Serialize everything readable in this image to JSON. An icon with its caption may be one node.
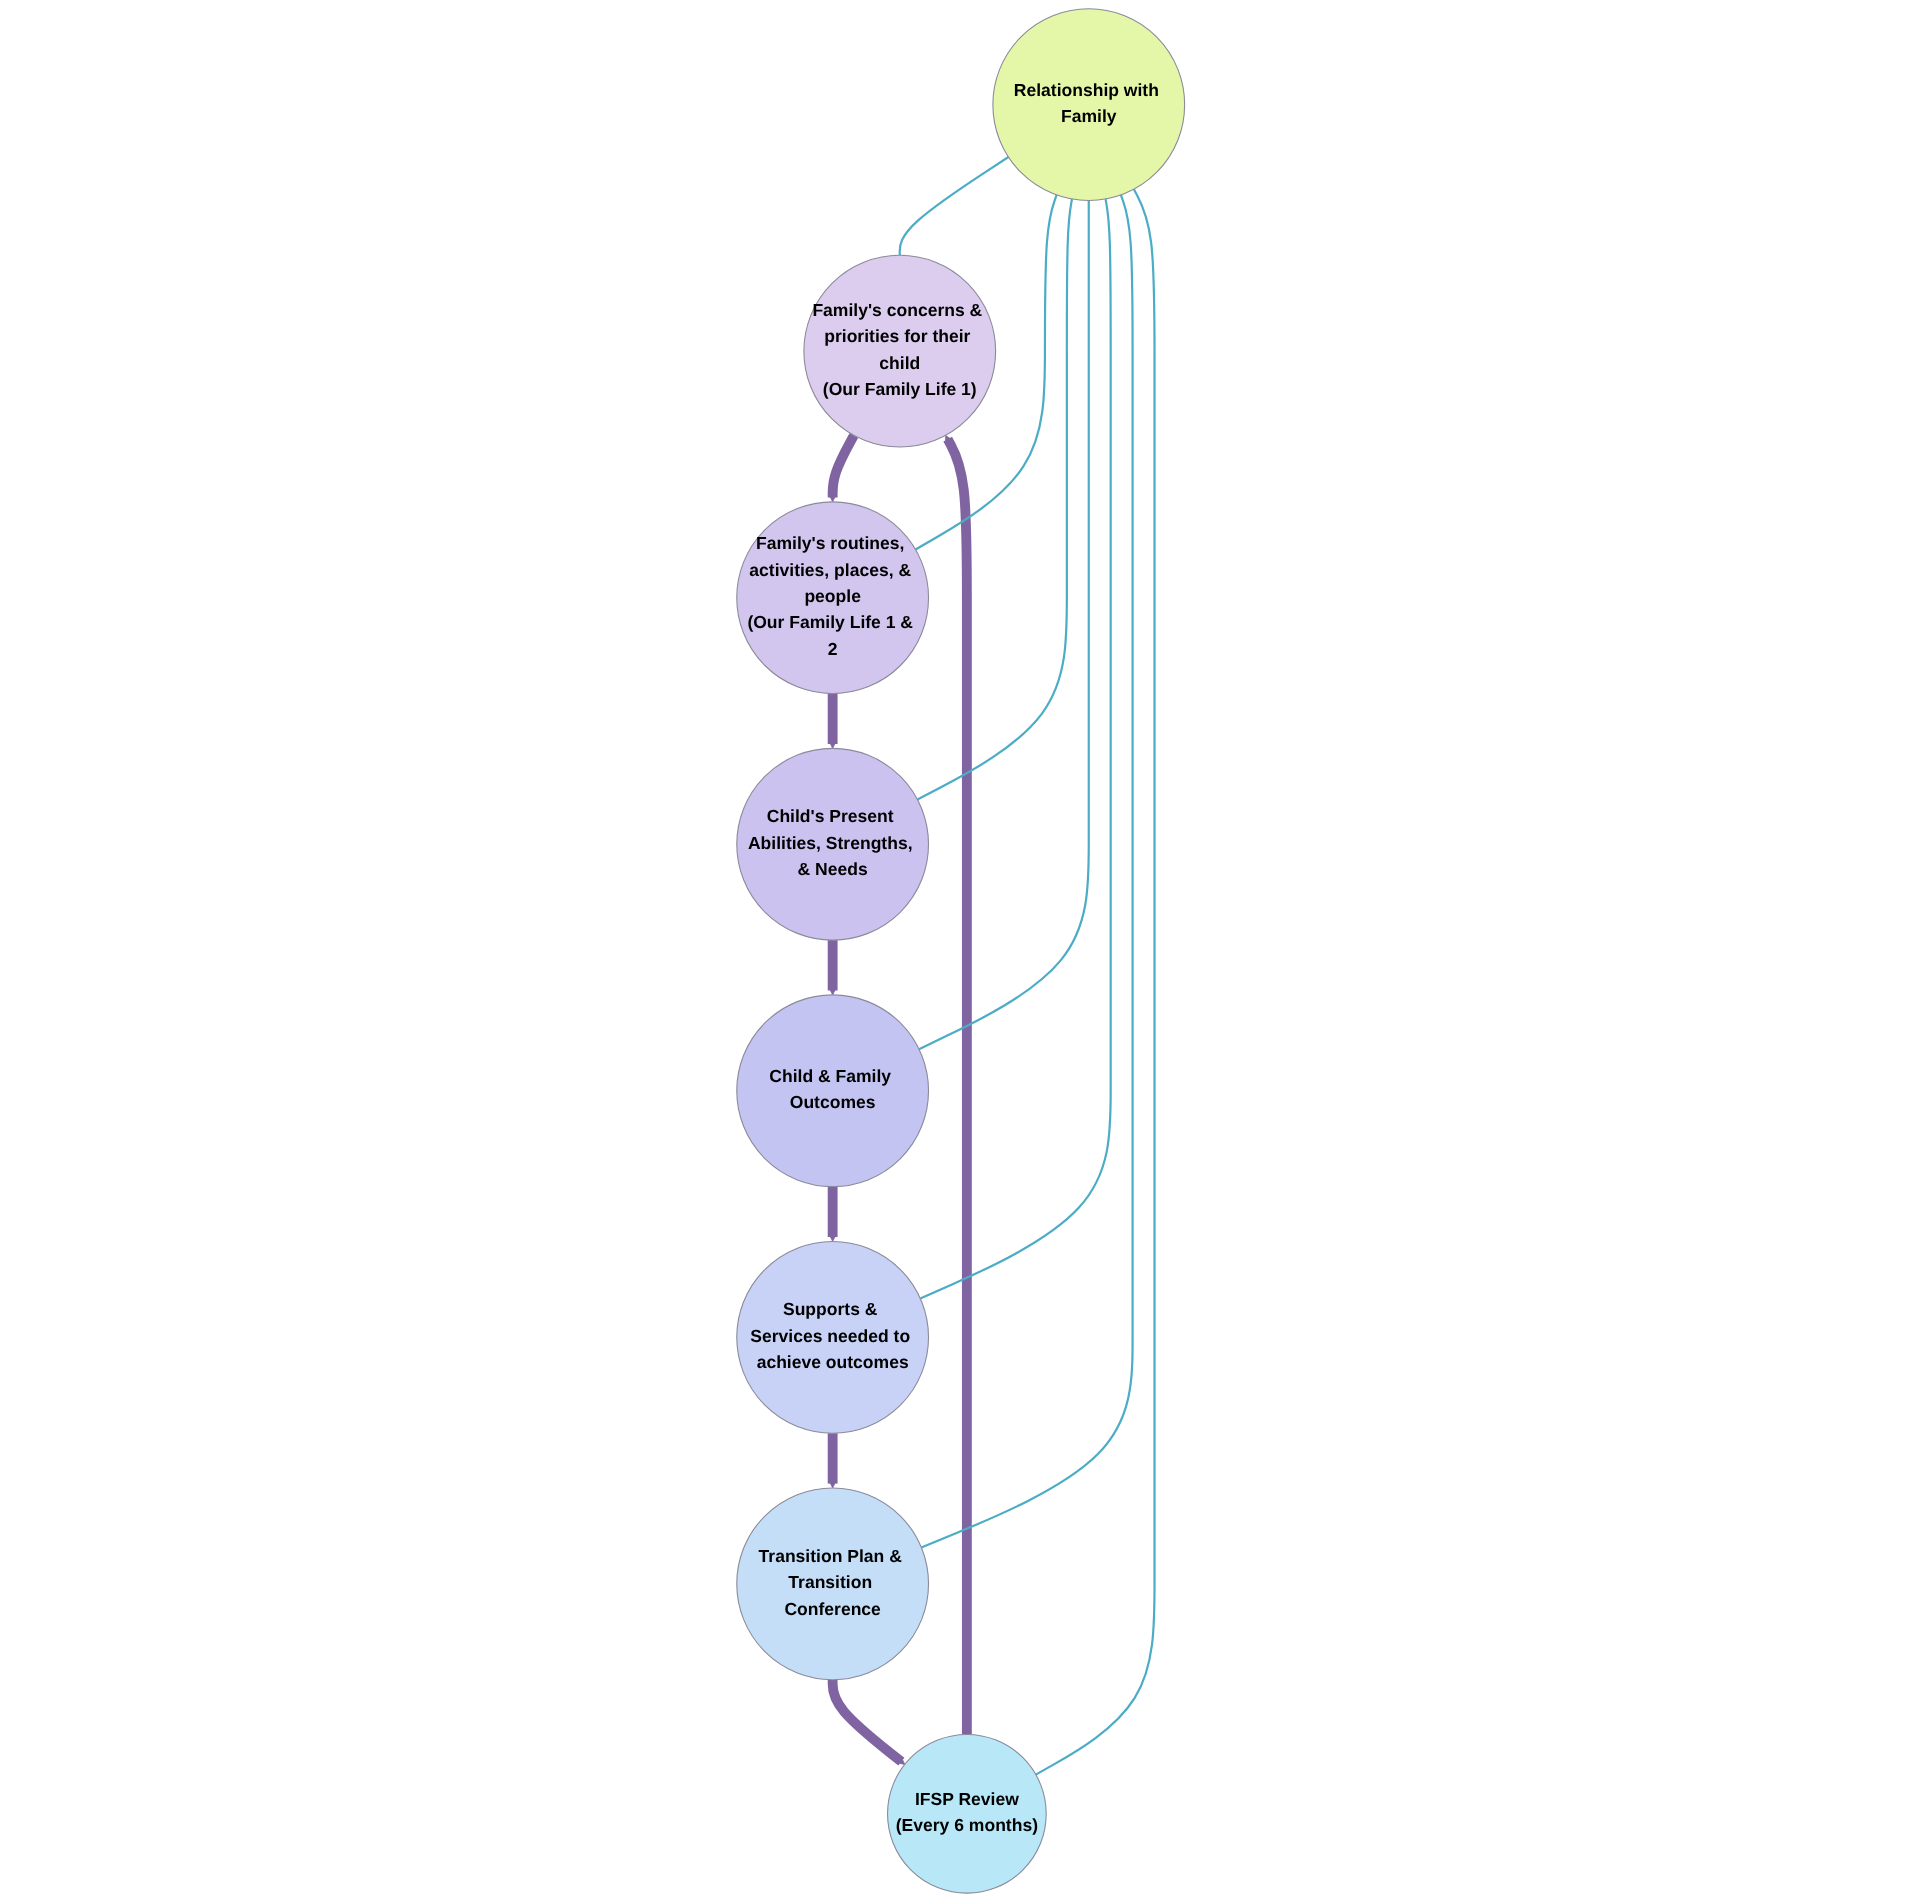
{
  "diagram": {
    "nodes": [
      {
        "text": [
          "Relationship with Family"
        ]
      },
      {
        "text": [
          "Family's concerns & priorities for their child",
          "(Our Family Life 1)"
        ]
      },
      {
        "text": [
          "Family's routines, activities, places, & people",
          "(Our Family Life 1 & 2"
        ]
      },
      {
        "text": [
          "Child's Present Abilities, Strengths, & Needs"
        ]
      },
      {
        "text": [
          "Child & Family Outcomes"
        ]
      },
      {
        "text": [
          "Supports & Services needed to achieve outcomes"
        ]
      },
      {
        "text": [
          "Transition Plan & Transition Conference"
        ]
      },
      {
        "text": [
          "IFSP Review",
          "(Every 6 months)"
        ]
      }
    ],
    "edges": [
      {
        "from": 1,
        "to": 2,
        "arrow": "to",
        "style": "thick",
        "color": "#8064a2"
      },
      {
        "from": 2,
        "to": 3,
        "arrow": "to",
        "style": "thick",
        "color": "#8064a2"
      },
      {
        "from": 3,
        "to": 4,
        "arrow": "to",
        "style": "thick",
        "color": "#8064a2"
      },
      {
        "from": 4,
        "to": 5,
        "arrow": "to",
        "style": "thick",
        "color": "#8064a2"
      },
      {
        "from": 5,
        "to": 6,
        "arrow": "to",
        "style": "thick",
        "color": "#8064a2"
      },
      {
        "from": 6,
        "to": 7,
        "arrow": "to",
        "style": "thick",
        "color": "#8064a2"
      },
      {
        "from": 7,
        "to": 1,
        "arrow": "to",
        "style": "thick",
        "color": "#8064a2"
      },
      {
        "from": 0,
        "to": 1,
        "arrow": "none",
        "color": "#4bacc6"
      },
      {
        "from": 0,
        "to": 2,
        "arrow": "none",
        "color": "#4bacc6"
      },
      {
        "from": 0,
        "to": 3,
        "arrow": "none",
        "color": "#4bacc6"
      },
      {
        "from": 0,
        "to": 4,
        "arrow": "none",
        "color": "#4bacc6"
      },
      {
        "from": 0,
        "to": 5,
        "arrow": "none",
        "color": "#4bacc6"
      },
      {
        "from": 0,
        "to": 6,
        "arrow": "none",
        "color": "#4bacc6"
      },
      {
        "from": 0,
        "to": 7,
        "arrow": "none",
        "color": "#4bacc6"
      }
    ]
  }
}
